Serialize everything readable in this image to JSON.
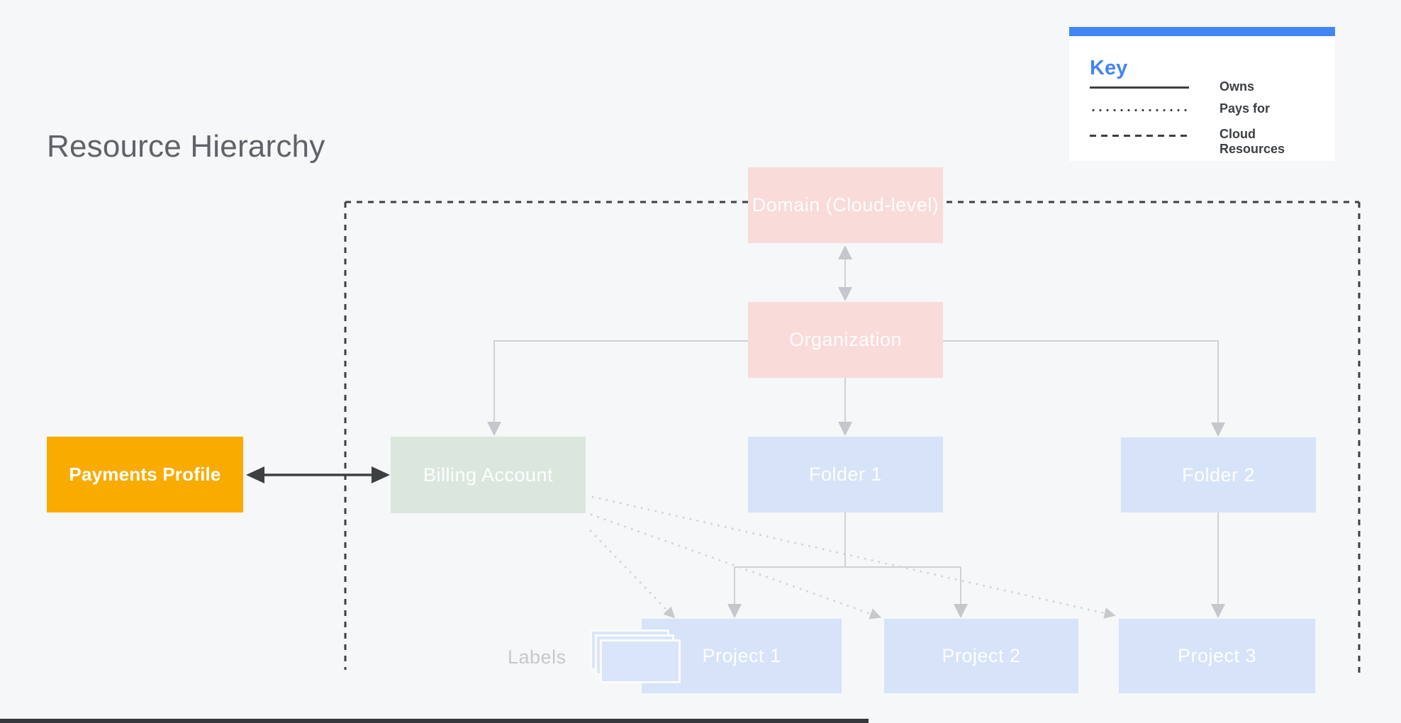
{
  "title": "Resource Hierarchy",
  "key": {
    "heading": "Key",
    "items": [
      {
        "line_style": "solid",
        "label": "Owns"
      },
      {
        "line_style": "dotted",
        "label": "Pays for"
      },
      {
        "line_style": "dashed",
        "label": "Cloud Resources"
      }
    ]
  },
  "nodes": {
    "domain": "Domain (Cloud-level)",
    "organization": "Organization",
    "billing_account": "Billing Account",
    "folder_1": "Folder 1",
    "folder_2": "Folder 2",
    "project_1": "Project 1",
    "project_2": "Project 2",
    "project_3": "Project 3",
    "payments_profile": "Payments Profile"
  },
  "annotations": {
    "labels": "Labels"
  },
  "colors": {
    "background": "#f5f7f9",
    "accent_blue": "#4285f4",
    "node_pink": "#f9dbda",
    "node_green": "#dbe7dd",
    "node_blue": "#d7e3f8",
    "payments_yellow": "#f9ab00",
    "connector_gray": "#cfd1d4",
    "dotted_gray": "#d4d5d8",
    "dashed_dark": "#3c4043",
    "title_gray": "#5f6368",
    "legend_text": "#3c4043"
  }
}
